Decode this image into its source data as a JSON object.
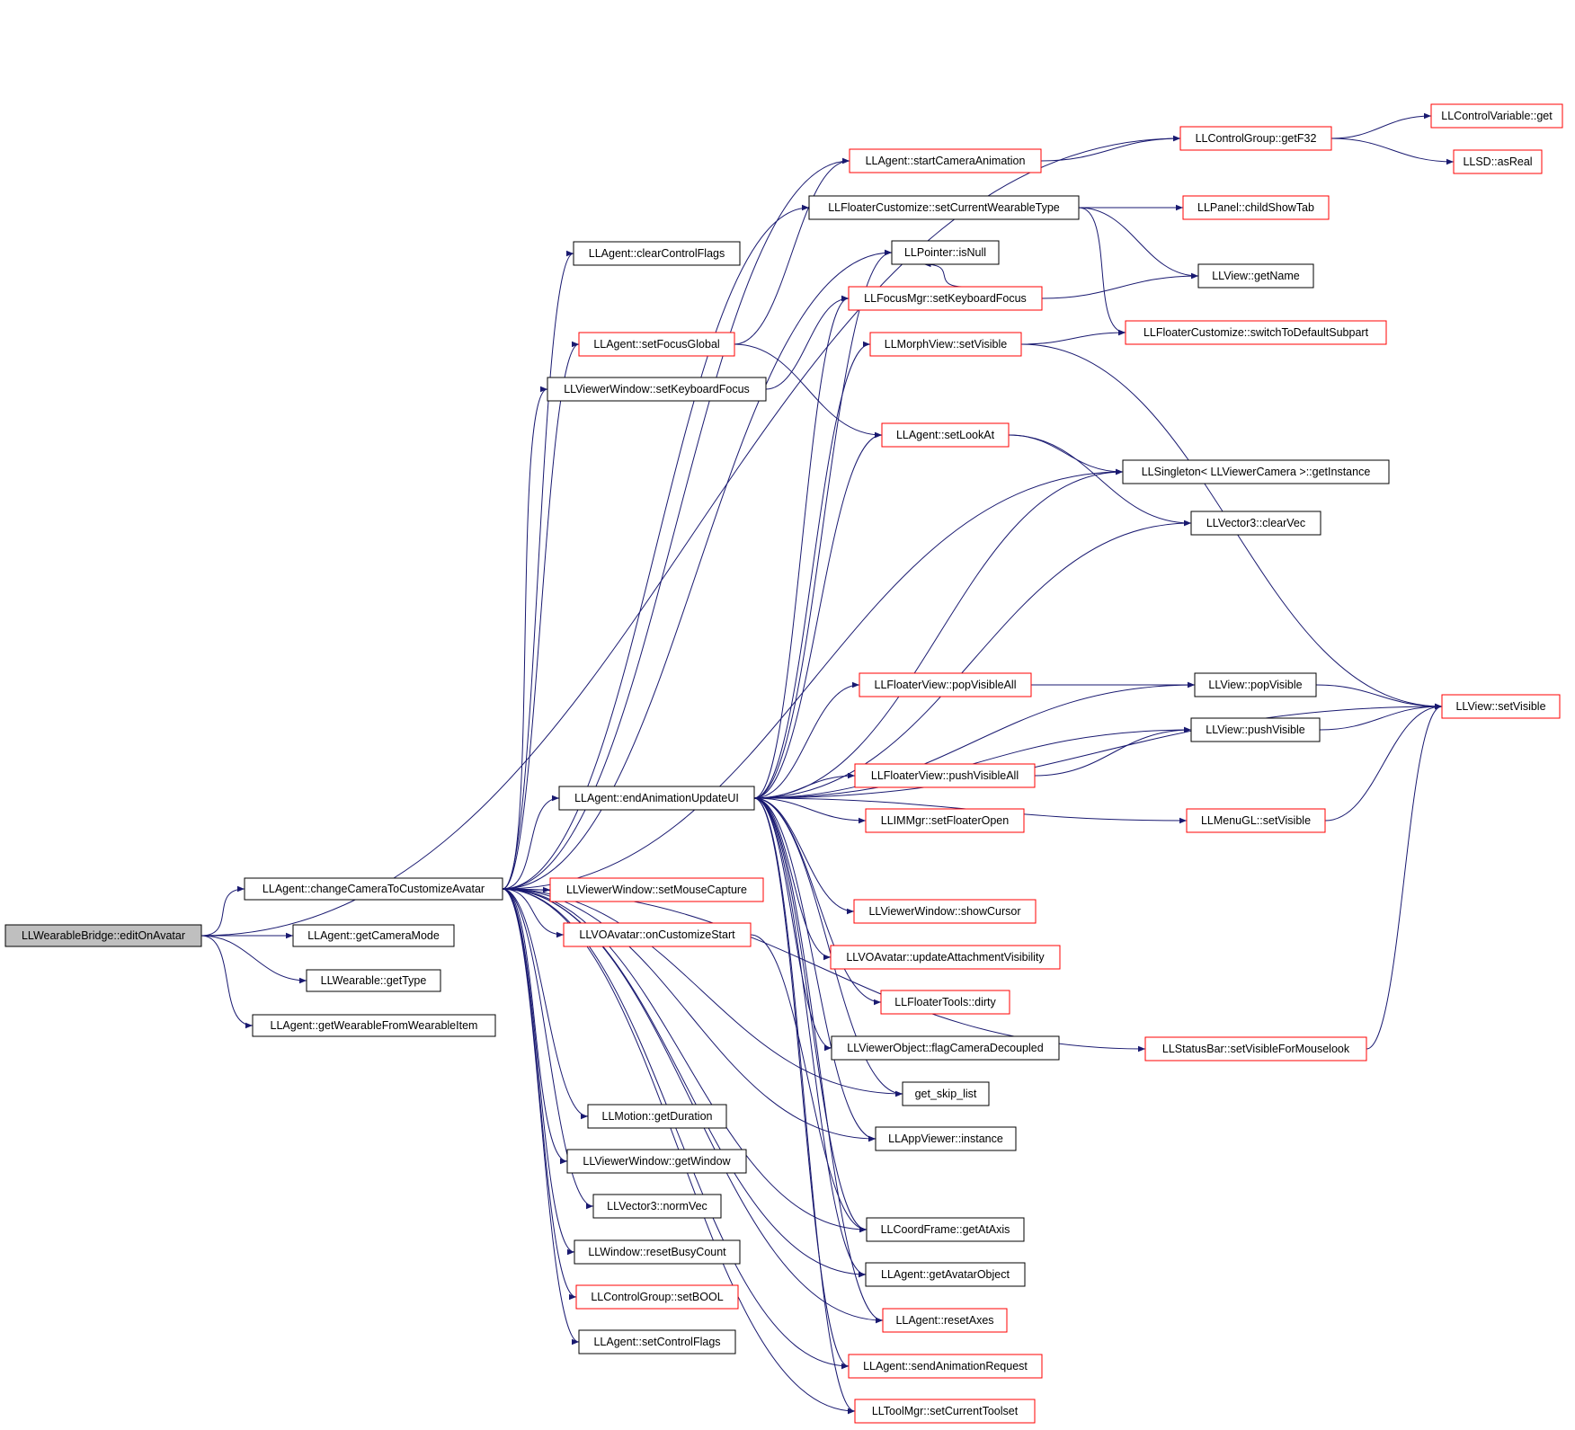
{
  "colors": {
    "edge": "#191970",
    "box_black": "#000000",
    "box_red": "#ff0000",
    "root_fill": "#bfbfbf"
  },
  "nodes": {
    "n_editOnAvatar": "LLWearableBridge::editOnAvatar",
    "n_changeCamera": "LLAgent::changeCameraToCustomizeAvatar",
    "n_getCameraMode": "LLAgent::getCameraMode",
    "n_wearableGetType": "LLWearable::getType",
    "n_getWearableFromItem": "LLAgent::getWearableFromWearableItem",
    "n_endAnimationUpdateUI": "LLAgent::endAnimationUpdateUI",
    "n_setMouseCapture": "LLViewerWindow::setMouseCapture",
    "n_onCustomizeStart": "LLVOAvatar::onCustomizeStart",
    "n_clearControlFlags": "LLAgent::clearControlFlags",
    "n_setFocusGlobal": "LLAgent::setFocusGlobal",
    "n_vwSetKeyboardFocus": "LLViewerWindow::setKeyboardFocus",
    "n_startCameraAnimation": "LLAgent::startCameraAnimation",
    "n_setCurrentWearableType": "LLFloaterCustomize::setCurrentWearableType",
    "n_isNull": "LLPointer::isNull",
    "n_fmSetKeyboardFocus": "LLFocusMgr::setKeyboardFocus",
    "n_morphSetVisible": "LLMorphView::setVisible",
    "n_setLookAt": "LLAgent::setLookAt",
    "n_popVisibleAll": "LLFloaterView::popVisibleAll",
    "n_pushVisibleAll": "LLFloaterView::pushVisibleAll",
    "n_setFloaterOpen": "LLIMMgr::setFloaterOpen",
    "n_showCursor": "LLViewerWindow::showCursor",
    "n_updateAttachmentVisibility": "LLVOAvatar::updateAttachmentVisibility",
    "n_floaterToolsDirty": "LLFloaterTools::dirty",
    "n_flagCameraDecoupled": "LLViewerObject::flagCameraDecoupled",
    "n_getSkipList": "get_skip_list",
    "n_appViewerInstance": "LLAppViewer::instance",
    "n_getAtAxis": "LLCoordFrame::getAtAxis",
    "n_getAvatarObject": "LLAgent::getAvatarObject",
    "n_resetAxes": "LLAgent::resetAxes",
    "n_sendAnimationRequest": "LLAgent::sendAnimationRequest",
    "n_setCurrentToolset": "LLToolMgr::setCurrentToolset",
    "n_motionGetDuration": "LLMotion::getDuration",
    "n_vwGetWindow": "LLViewerWindow::getWindow",
    "n_normVec": "LLVector3::normVec",
    "n_resetBusyCount": "LLWindow::resetBusyCount",
    "n_setBOOL": "LLControlGroup::setBOOL",
    "n_setControlFlags": "LLAgent::setControlFlags",
    "n_getF32": "LLControlGroup::getF32",
    "n_childShowTab": "LLPanel::childShowTab",
    "n_viewGetName": "LLView::getName",
    "n_switchToDefaultSubpart": "LLFloaterCustomize::switchToDefaultSubpart",
    "n_getInstance": "LLSingleton< LLViewerCamera >::getInstance",
    "n_clearVec": "LLVector3::clearVec",
    "n_popVisible": "LLView::popVisible",
    "n_pushVisible": "LLView::pushVisible",
    "n_menuSetVisible": "LLMenuGL::setVisible",
    "n_setVisibleForMouselook": "LLStatusBar::setVisibleForMouselook",
    "n_controlVariableGet": "LLControlVariable::get",
    "n_asReal": "LLSD::asReal",
    "n_viewSetVisible": "LLView::setVisible"
  },
  "edges": [
    [
      "n_editOnAvatar",
      "n_changeCamera"
    ],
    [
      "n_editOnAvatar",
      "n_getCameraMode"
    ],
    [
      "n_editOnAvatar",
      "n_wearableGetType"
    ],
    [
      "n_editOnAvatar",
      "n_getWearableFromItem"
    ],
    [
      "n_editOnAvatar",
      "n_getF32"
    ],
    [
      "n_changeCamera",
      "n_endAnimationUpdateUI"
    ],
    [
      "n_changeCamera",
      "n_setMouseCapture"
    ],
    [
      "n_changeCamera",
      "n_onCustomizeStart"
    ],
    [
      "n_changeCamera",
      "n_clearControlFlags"
    ],
    [
      "n_changeCamera",
      "n_setFocusGlobal"
    ],
    [
      "n_changeCamera",
      "n_vwSetKeyboardFocus"
    ],
    [
      "n_changeCamera",
      "n_startCameraAnimation"
    ],
    [
      "n_changeCamera",
      "n_setCurrentWearableType"
    ],
    [
      "n_changeCamera",
      "n_isNull"
    ],
    [
      "n_changeCamera",
      "n_getInstance"
    ],
    [
      "n_changeCamera",
      "n_getAtAxis"
    ],
    [
      "n_changeCamera",
      "n_motionGetDuration"
    ],
    [
      "n_changeCamera",
      "n_vwGetWindow"
    ],
    [
      "n_changeCamera",
      "n_normVec"
    ],
    [
      "n_changeCamera",
      "n_resetBusyCount"
    ],
    [
      "n_changeCamera",
      "n_setBOOL"
    ],
    [
      "n_changeCamera",
      "n_setControlFlags"
    ],
    [
      "n_changeCamera",
      "n_getAvatarObject"
    ],
    [
      "n_changeCamera",
      "n_resetAxes"
    ],
    [
      "n_changeCamera",
      "n_sendAnimationRequest"
    ],
    [
      "n_changeCamera",
      "n_setCurrentToolset"
    ],
    [
      "n_changeCamera",
      "n_setVisibleForMouselook"
    ],
    [
      "n_changeCamera",
      "n_appViewerInstance"
    ],
    [
      "n_changeCamera",
      "n_getSkipList"
    ],
    [
      "n_setFocusGlobal",
      "n_startCameraAnimation"
    ],
    [
      "n_setFocusGlobal",
      "n_setLookAt"
    ],
    [
      "n_vwSetKeyboardFocus",
      "n_fmSetKeyboardFocus"
    ],
    [
      "n_startCameraAnimation",
      "n_getF32"
    ],
    [
      "n_setCurrentWearableType",
      "n_childShowTab"
    ],
    [
      "n_setCurrentWearableType",
      "n_viewGetName"
    ],
    [
      "n_setCurrentWearableType",
      "n_switchToDefaultSubpart"
    ],
    [
      "n_fmSetKeyboardFocus",
      "n_viewGetName"
    ],
    [
      "n_fmSetKeyboardFocus",
      "n_isNull"
    ],
    [
      "n_morphSetVisible",
      "n_switchToDefaultSubpart"
    ],
    [
      "n_morphSetVisible",
      "n_viewSetVisible"
    ],
    [
      "n_setLookAt",
      "n_getInstance"
    ],
    [
      "n_setLookAt",
      "n_clearVec"
    ],
    [
      "n_endAnimationUpdateUI",
      "n_morphSetVisible"
    ],
    [
      "n_endAnimationUpdateUI",
      "n_setLookAt"
    ],
    [
      "n_endAnimationUpdateUI",
      "n_fmSetKeyboardFocus"
    ],
    [
      "n_endAnimationUpdateUI",
      "n_isNull"
    ],
    [
      "n_endAnimationUpdateUI",
      "n_getInstance"
    ],
    [
      "n_endAnimationUpdateUI",
      "n_clearVec"
    ],
    [
      "n_endAnimationUpdateUI",
      "n_popVisibleAll"
    ],
    [
      "n_endAnimationUpdateUI",
      "n_popVisible"
    ],
    [
      "n_endAnimationUpdateUI",
      "n_pushVisible"
    ],
    [
      "n_endAnimationUpdateUI",
      "n_viewSetVisible"
    ],
    [
      "n_endAnimationUpdateUI",
      "n_pushVisibleAll"
    ],
    [
      "n_endAnimationUpdateUI",
      "n_setFloaterOpen"
    ],
    [
      "n_endAnimationUpdateUI",
      "n_menuSetVisible"
    ],
    [
      "n_endAnimationUpdateUI",
      "n_showCursor"
    ],
    [
      "n_endAnimationUpdateUI",
      "n_updateAttachmentVisibility"
    ],
    [
      "n_endAnimationUpdateUI",
      "n_floaterToolsDirty"
    ],
    [
      "n_endAnimationUpdateUI",
      "n_flagCameraDecoupled"
    ],
    [
      "n_endAnimationUpdateUI",
      "n_getSkipList"
    ],
    [
      "n_endAnimationUpdateUI",
      "n_appViewerInstance"
    ],
    [
      "n_endAnimationUpdateUI",
      "n_getAtAxis"
    ],
    [
      "n_endAnimationUpdateUI",
      "n_getAvatarObject"
    ],
    [
      "n_endAnimationUpdateUI",
      "n_resetAxes"
    ],
    [
      "n_endAnimationUpdateUI",
      "n_sendAnimationRequest"
    ],
    [
      "n_endAnimationUpdateUI",
      "n_setCurrentToolset"
    ],
    [
      "n_onCustomizeStart",
      "n_getAtAxis"
    ],
    [
      "n_popVisibleAll",
      "n_popVisible"
    ],
    [
      "n_pushVisibleAll",
      "n_pushVisible"
    ],
    [
      "n_popVisible",
      "n_viewSetVisible"
    ],
    [
      "n_pushVisible",
      "n_viewSetVisible"
    ],
    [
      "n_menuSetVisible",
      "n_viewSetVisible"
    ],
    [
      "n_setVisibleForMouselook",
      "n_viewSetVisible"
    ],
    [
      "n_getF32",
      "n_controlVariableGet"
    ],
    [
      "n_getF32",
      "n_asReal"
    ]
  ]
}
